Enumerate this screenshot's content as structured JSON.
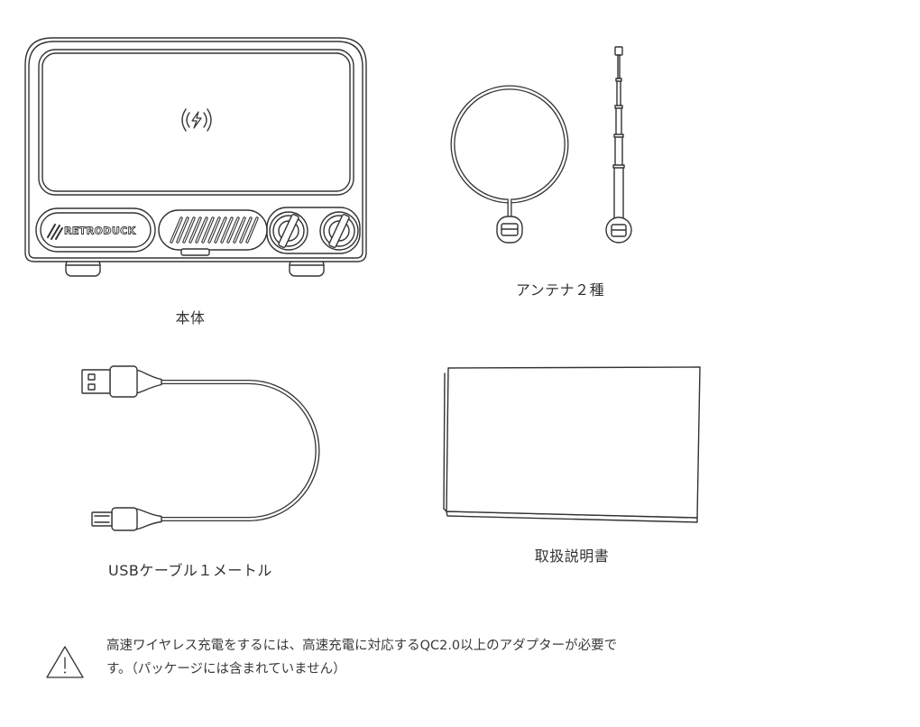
{
  "items": {
    "main_unit": {
      "label": "本体",
      "logo_text": "RETRODUCK",
      "screen_icon": "wireless-charging-icon"
    },
    "antennas": {
      "label": "アンテナ２種"
    },
    "usb_cable": {
      "label": "USBケーブル１メートル"
    },
    "manual": {
      "label": "取扱説明書"
    }
  },
  "note": {
    "icon": "warning-icon",
    "line1": "高速ワイヤレス充電をするには、高速充電に対応するQC2.0以上のアダプターが必要で",
    "line2": "す。（パッケージには含まれていません）"
  },
  "colors": {
    "line": "#333333",
    "text": "#333333",
    "background": "#ffffff"
  }
}
